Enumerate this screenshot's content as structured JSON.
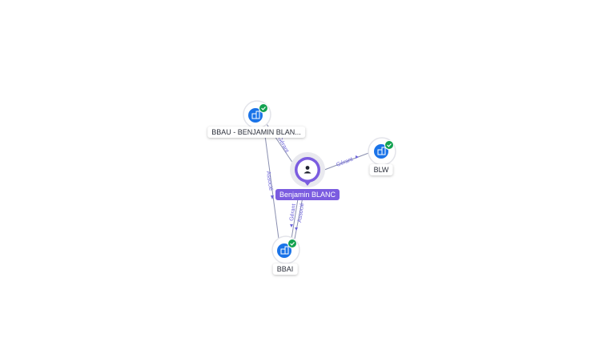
{
  "person": {
    "name": "Benjamin BLANC",
    "icon": "person-icon"
  },
  "companies": [
    {
      "id": "bbau",
      "label": "BBAU - BENJAMIN BLAN...",
      "icon": "building-icon",
      "verified": true
    },
    {
      "id": "blw",
      "label": "BLW",
      "icon": "building-icon",
      "verified": true
    },
    {
      "id": "bbai",
      "label": "BBAI",
      "icon": "building-icon",
      "verified": true
    }
  ],
  "edges": [
    {
      "id": "person-bbau",
      "label": "Gérant"
    },
    {
      "id": "person-blw",
      "label": "Gérant"
    },
    {
      "id": "bbau-bbai",
      "label": "Associé"
    },
    {
      "id": "person-bbai-gerant",
      "label": "Gérant"
    },
    {
      "id": "person-bbai-associe",
      "label": "Associé"
    }
  ],
  "colors": {
    "accent": "#7b5ce0",
    "company": "#1a73e8",
    "verified": "#12a150",
    "edge": "#8a8fb0",
    "edge_label": "#6c63d9"
  }
}
